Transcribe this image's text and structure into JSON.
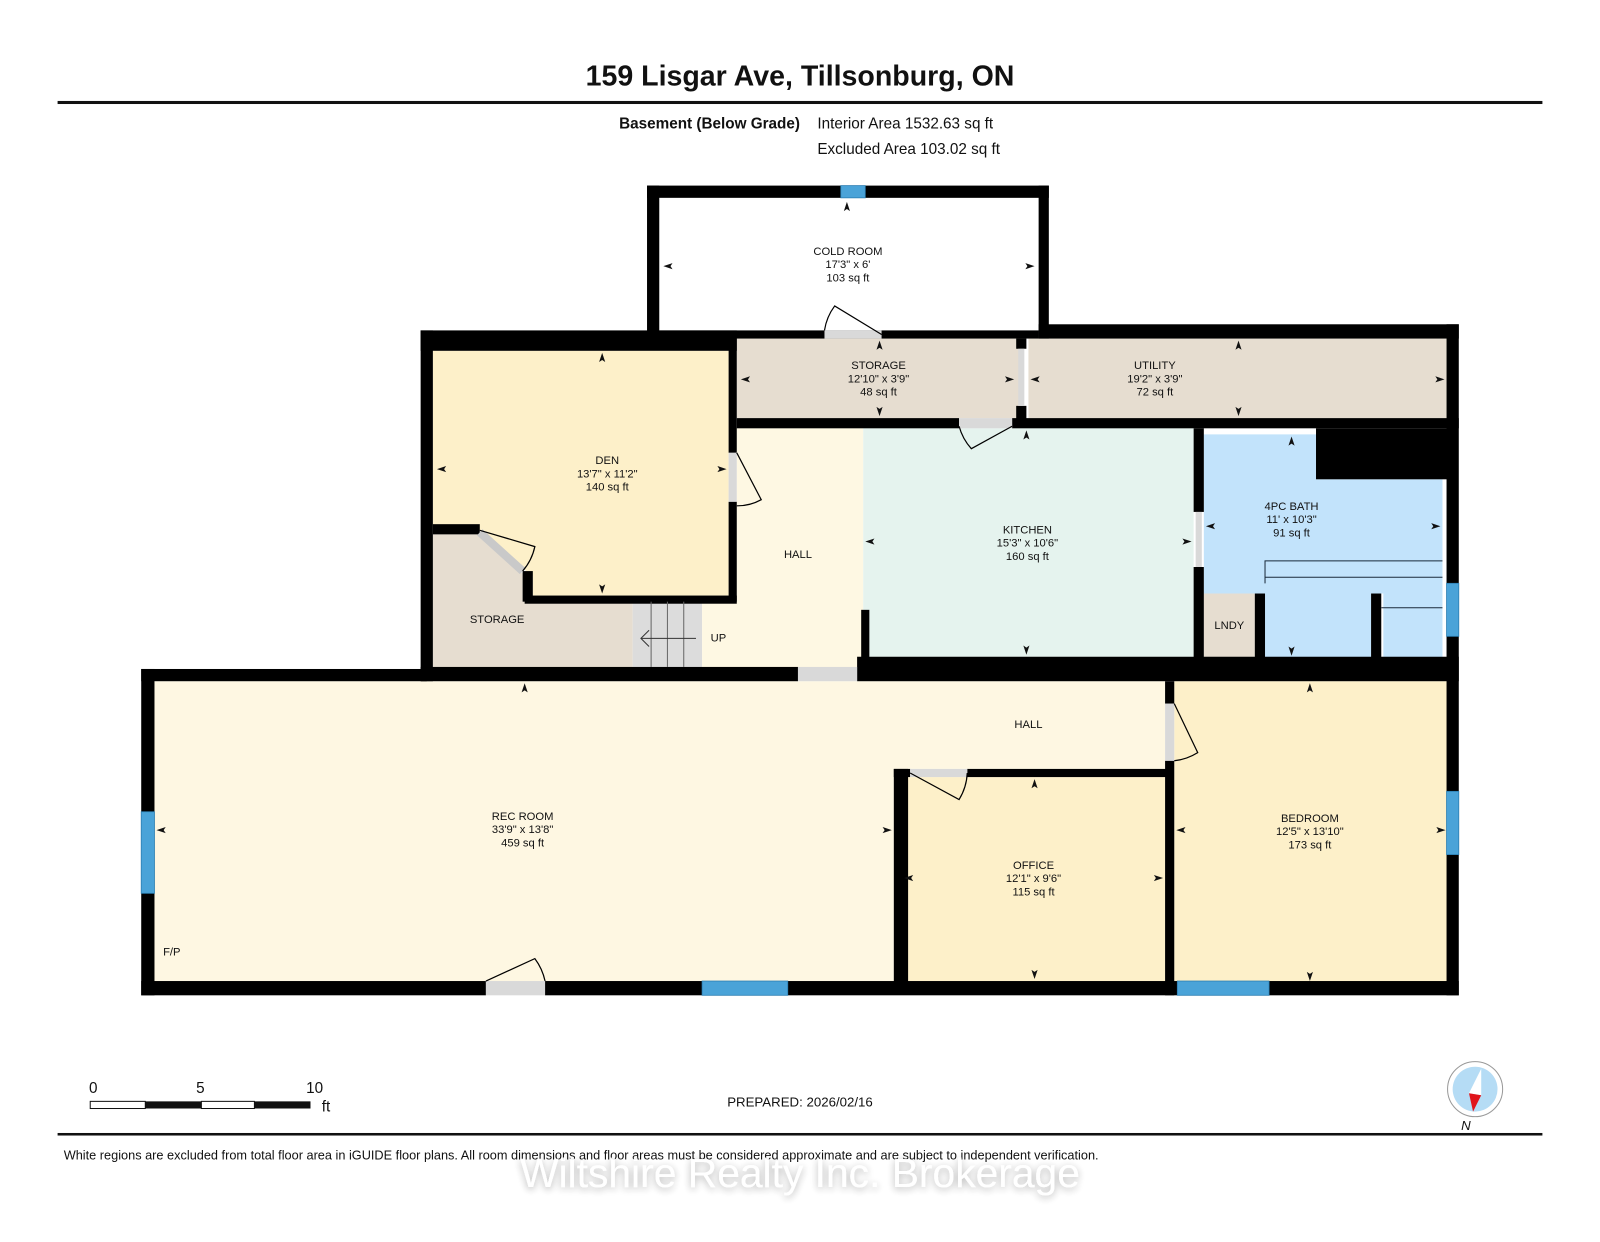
{
  "header": {
    "title": "159 Lisgar Ave, Tillsonburg, ON",
    "level_name": "Basement (Below Grade)",
    "interior_area": "Interior Area 1532.63 sq ft",
    "excluded_area": "Excluded Area 103.02 sq ft"
  },
  "rooms": {
    "cold_room": {
      "name": "COLD ROOM",
      "dims": "17'3\" x 6'",
      "area": "103 sq ft"
    },
    "storage_top": {
      "name": "STORAGE",
      "dims": "12'10\" x 3'9\"",
      "area": "48 sq ft"
    },
    "utility": {
      "name": "UTILITY",
      "dims": "19'2\" x 3'9\"",
      "area": "72 sq ft"
    },
    "den": {
      "name": "DEN",
      "dims": "13'7\" x 11'2\"",
      "area": "140 sq ft"
    },
    "hall_upper": {
      "name": "HALL"
    },
    "kitchen": {
      "name": "KITCHEN",
      "dims": "15'3\" x 10'6\"",
      "area": "160 sq ft"
    },
    "bath": {
      "name": "4PC BATH",
      "dims": "11' x 10'3\"",
      "area": "91 sq ft"
    },
    "laundry": {
      "name": "LNDY"
    },
    "storage_left": {
      "name": "STORAGE"
    },
    "stairs": {
      "label": "UP"
    },
    "hall_lower": {
      "name": "HALL"
    },
    "rec_room": {
      "name": "REC ROOM",
      "dims": "33'9\" x 13'8\"",
      "area": "459 sq ft"
    },
    "office": {
      "name": "OFFICE",
      "dims": "12'1\" x 9'6\"",
      "area": "115 sq ft"
    },
    "bedroom": {
      "name": "BEDROOM",
      "dims": "12'5\" x 13'10\"",
      "area": "173 sq ft"
    },
    "fireplace": {
      "label": "F/P"
    }
  },
  "colors": {
    "wall": "#000000",
    "window": "#4aa3d8",
    "door": "#d9d9d9",
    "bedroom_fill": "#fdf0c9",
    "hall_fill": "#fef8e3",
    "storage_fill": "#e6ddd0",
    "kitchen_fill": "#e5f3ee",
    "bath_fill": "#c2e3fb",
    "cold_room_fill": "#ffffff"
  },
  "scale_bar": {
    "ticks": [
      "0",
      "5",
      "10"
    ],
    "unit": "ft"
  },
  "footer": {
    "prepared": "PREPARED: 2026/02/16",
    "disclaimer": "White regions are excluded from total floor area in iGUIDE floor plans. All room dimensions and floor areas must be considered approximate and are subject to independent verification.",
    "watermark": "Wiltshire Realty Inc. Brokerage",
    "compass_label": "N"
  }
}
